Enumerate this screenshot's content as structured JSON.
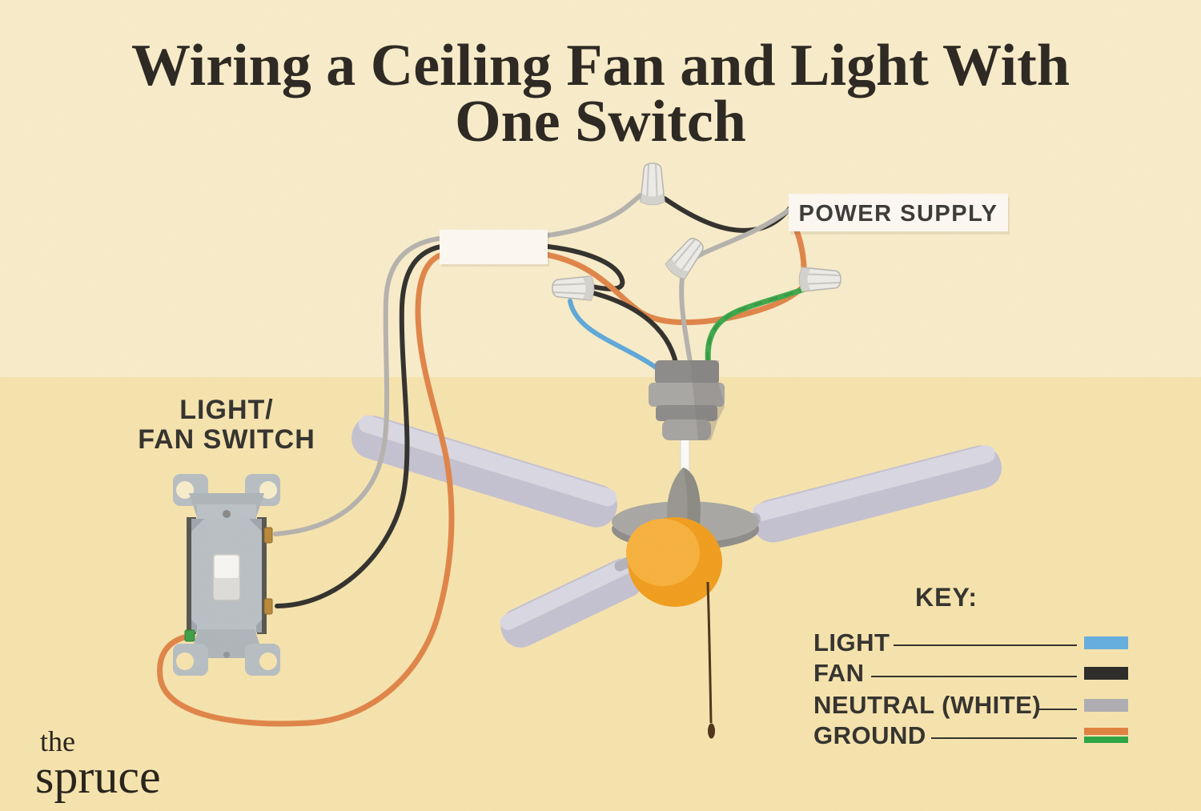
{
  "title": {
    "line1": "Wiring a Ceiling Fan and Light With",
    "line2": "One Switch"
  },
  "labels": {
    "power_supply": "POWER SUPPLY",
    "switch_line1": "LIGHT/",
    "switch_line2": "FAN SWITCH"
  },
  "key": {
    "heading": "KEY:",
    "items": [
      {
        "label": "LIGHT",
        "color": "#64aede"
      },
      {
        "label": "FAN",
        "color": "#2b2a27"
      },
      {
        "label": "NEUTRAL (WHITE)",
        "color": "#aeadb2"
      },
      {
        "label": "GROUND",
        "color": "#e0813f",
        "color2": "#2ba443"
      }
    ]
  },
  "logo": {
    "line1": "the",
    "line2": "spruce"
  },
  "colors": {
    "background_top": "#f8ecc9",
    "background_bottom": "#f6e3ad",
    "title_text": "#2b2620",
    "label_text": "#33312c",
    "label_box": "#fdf8f1",
    "wire_light_blue": "#5ea8d8",
    "wire_fan_black": "#32302c",
    "wire_neutral_gray": "#b5b2ad",
    "wire_ground_orange": "#e08448",
    "wire_ground_green": "#3fa84c"
  }
}
